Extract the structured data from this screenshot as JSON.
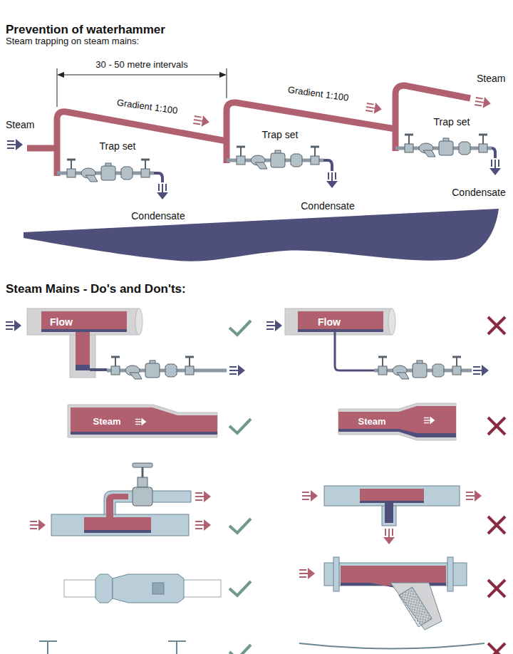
{
  "diagram": {
    "title": "Prevention of waterhammer",
    "labels": [
      "Steam trapping on steam mains:",
      "30 - 50 metre intervals",
      "Steam",
      "Gradient 1:100",
      "Trap set",
      "Condensate",
      "Gradient 1:100",
      "Trap set",
      "Condensate",
      "Steam",
      "Trap set",
      "Condensate",
      "Steam Mains - Do's and Don'ts:",
      "Flow",
      "Flow",
      "Steam",
      "Steam"
    ]
  }
}
